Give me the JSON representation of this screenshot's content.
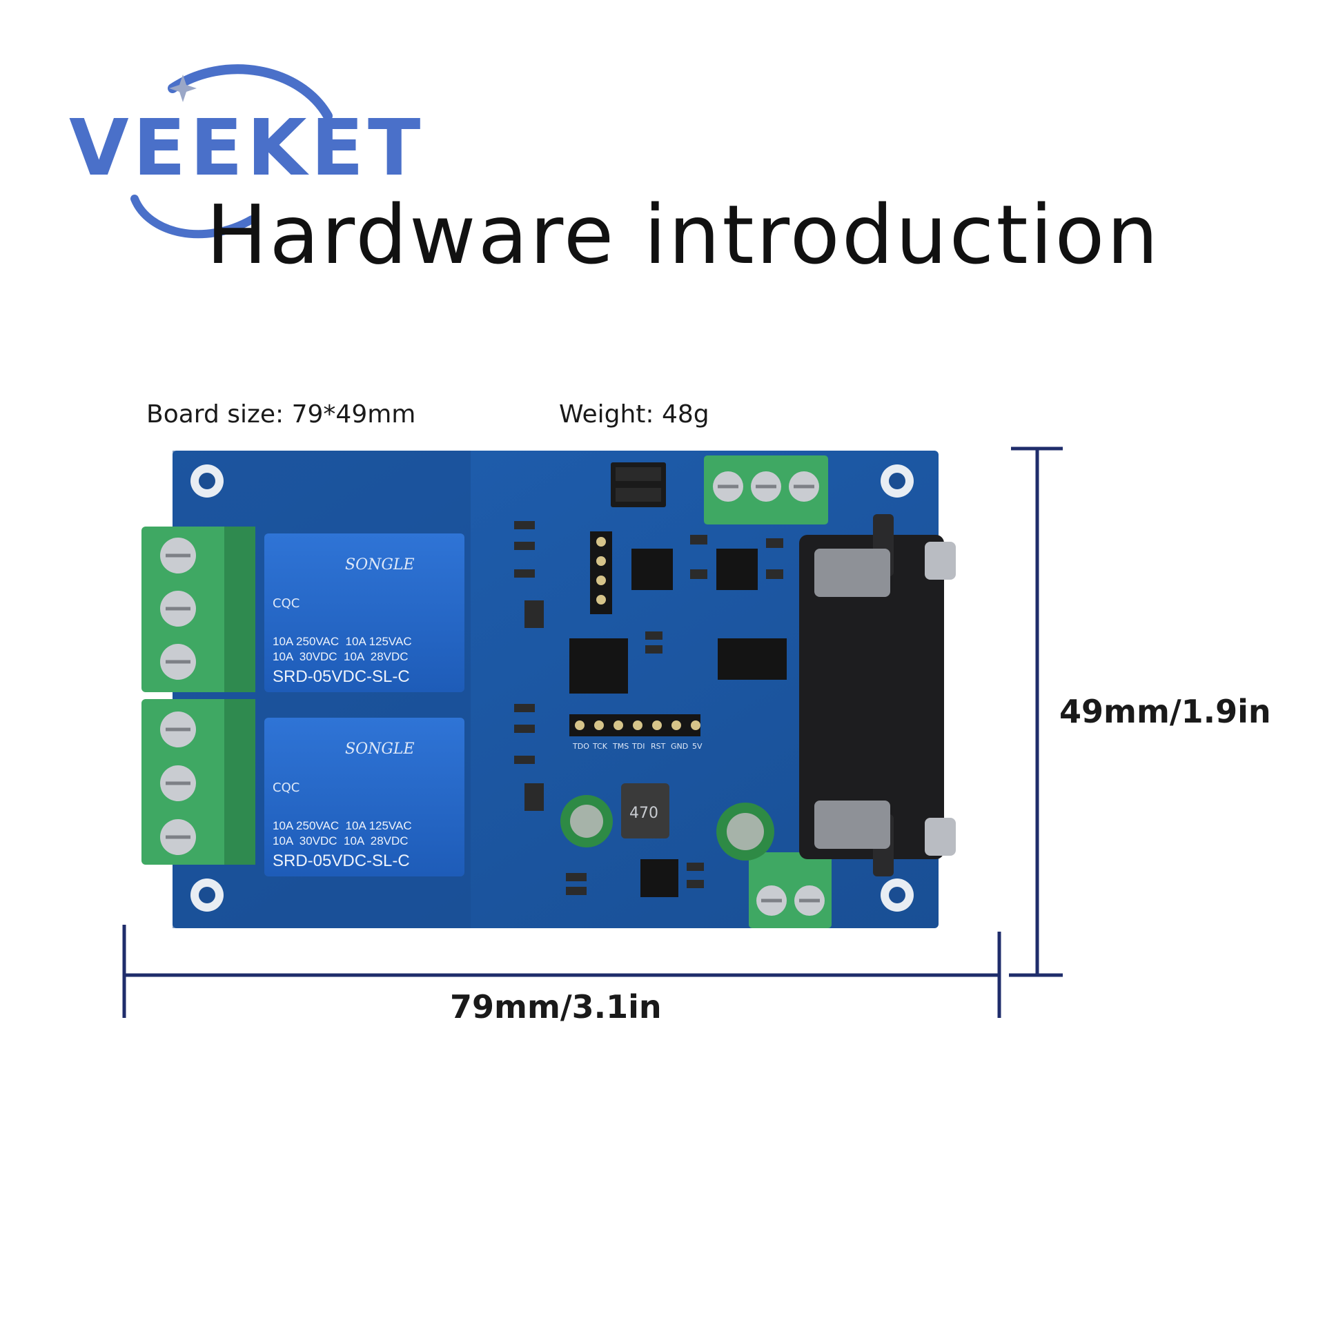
{
  "logo": {
    "text": "VEEKET",
    "color": "#4a70c9"
  },
  "title": "Hardware introduction",
  "specs": {
    "board_size": "Board size: 79*49mm",
    "weight": "Weight: 48g"
  },
  "dimensions": {
    "height": "49mm/1.9in",
    "width": "79mm/3.1in",
    "line_color": "#1f2d6b"
  },
  "board": {
    "pcb_color": "#1d5aa8",
    "relays": [
      {
        "brand": "SONGLE",
        "cert": "CQC",
        "rating_line1": "10A 250VAC  10A 125VAC",
        "rating_line2": "10A  30VDC  10A  28VDC",
        "model": "SRD-05VDC-SL-C"
      },
      {
        "brand": "SONGLE",
        "cert": "CQC",
        "rating_line1": "10A 250VAC  10A 125VAC",
        "rating_line2": "10A  30VDC  10A  28VDC",
        "model": "SRD-05VDC-SL-C"
      }
    ],
    "header_labels": [
      "5V",
      "GND",
      "RST",
      "TDI",
      "TMS",
      "TCK",
      "TDO"
    ],
    "inductor_label": "470"
  }
}
